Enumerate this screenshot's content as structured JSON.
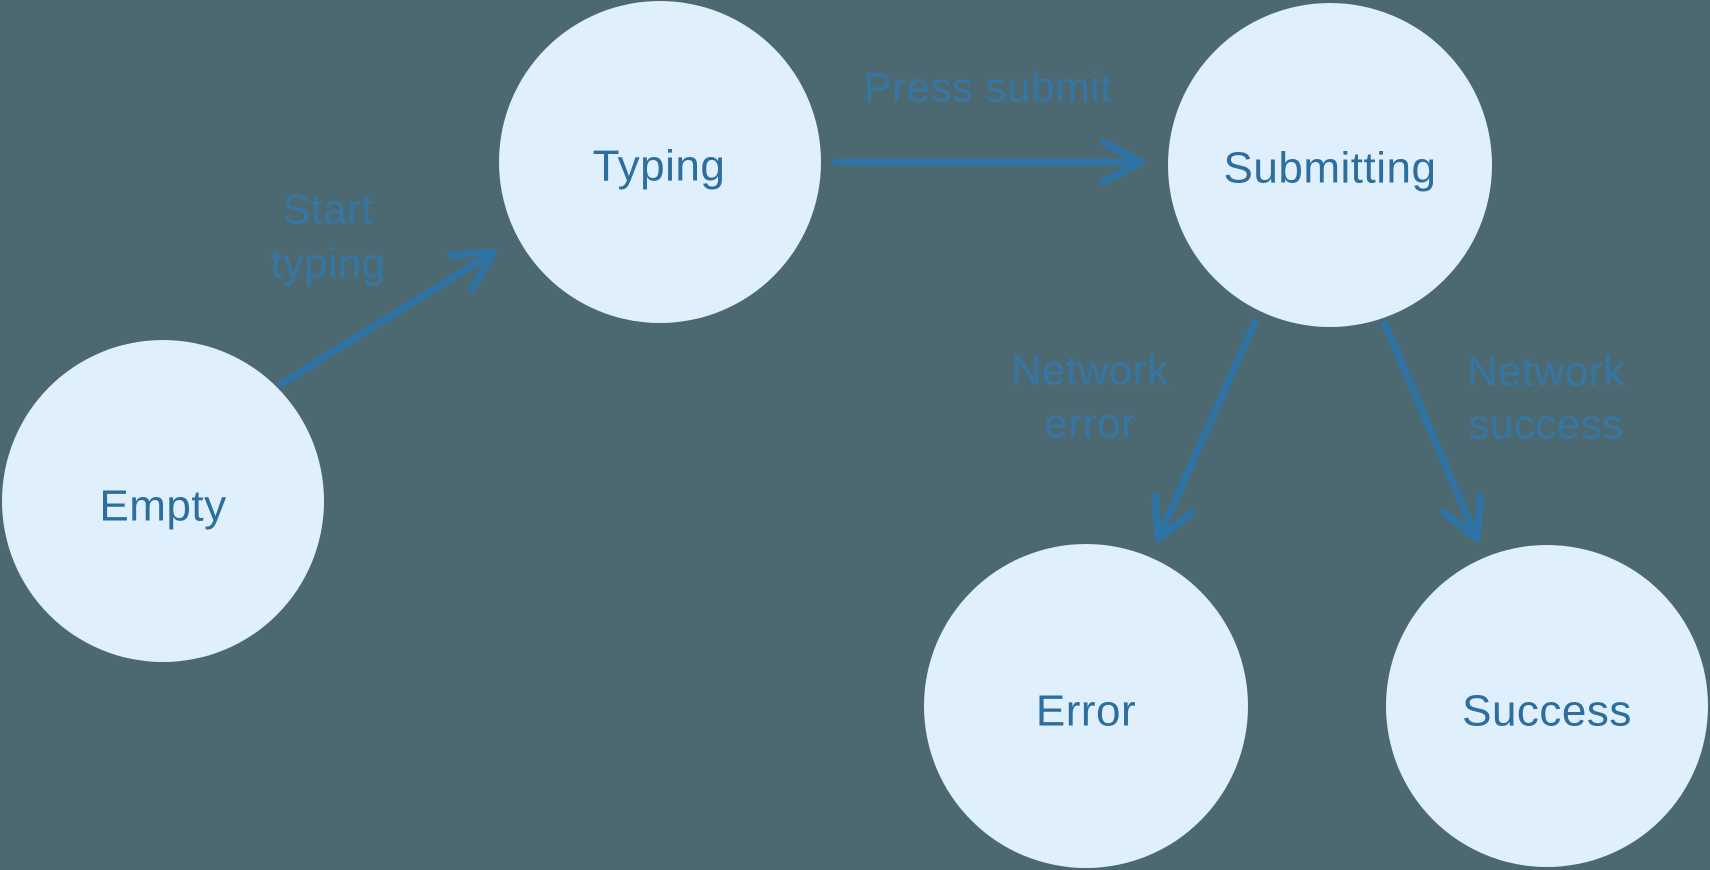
{
  "diagram": {
    "kind": "state-machine",
    "colors": {
      "background": "#4C6971",
      "node_fill": "#DFF0FC",
      "node_text": "#2C6E9E",
      "arrow": "#2E73A5",
      "edge_label": "#3478AA"
    },
    "states": [
      {
        "id": "empty",
        "label": "Empty"
      },
      {
        "id": "typing",
        "label": "Typing"
      },
      {
        "id": "submitting",
        "label": "Submitting"
      },
      {
        "id": "error",
        "label": "Error"
      },
      {
        "id": "success",
        "label": "Success"
      }
    ],
    "transitions": [
      {
        "from": "Empty",
        "to": "Typing",
        "label": "Start typing",
        "label_lines": [
          "Start",
          "typing"
        ]
      },
      {
        "from": "Typing",
        "to": "Submitting",
        "label": "Press submit",
        "label_lines": [
          "Press submit"
        ]
      },
      {
        "from": "Submitting",
        "to": "Error",
        "label": "Network error",
        "label_lines": [
          "Network",
          "error"
        ]
      },
      {
        "from": "Submitting",
        "to": "Success",
        "label": "Network success",
        "label_lines": [
          "Network",
          "success"
        ]
      }
    ]
  }
}
